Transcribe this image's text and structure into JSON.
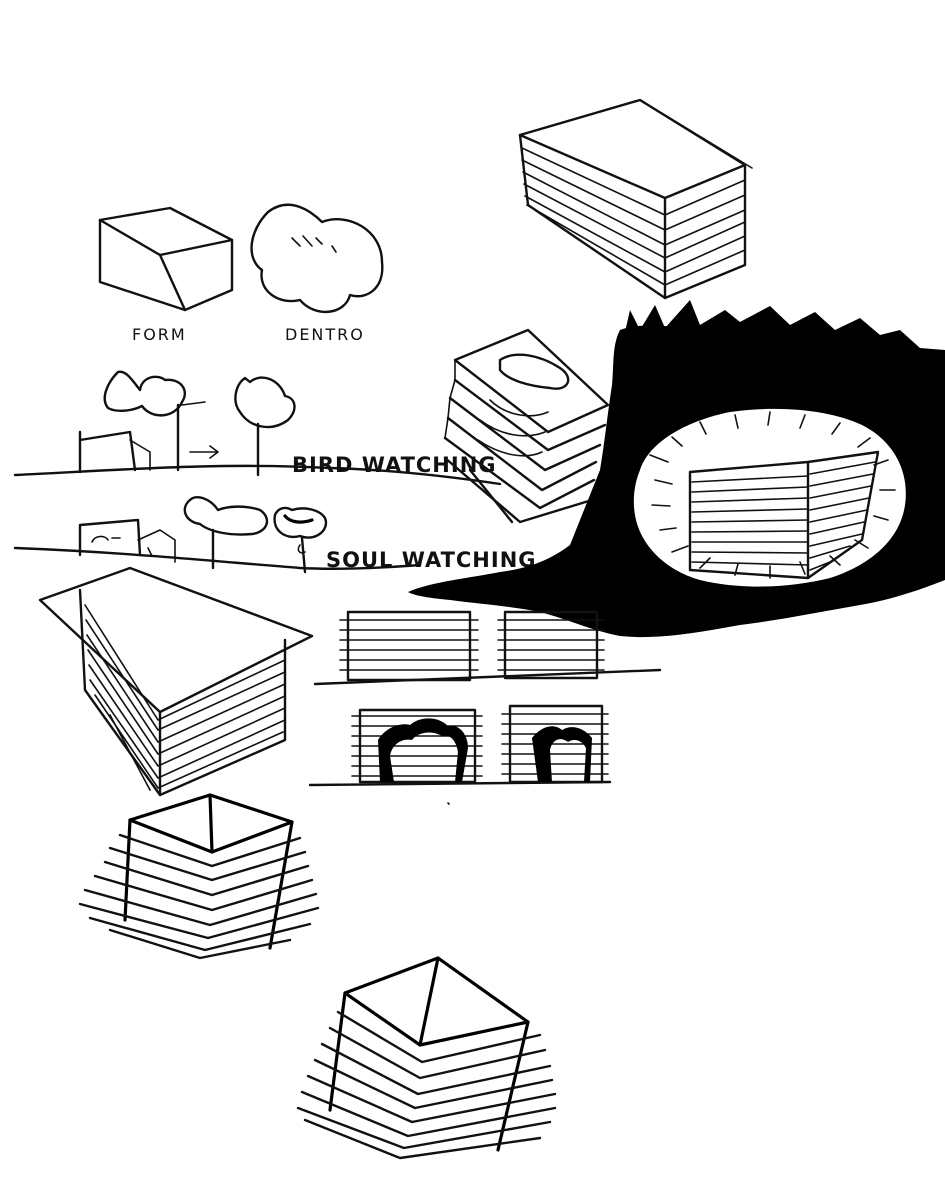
{
  "sketch": {
    "ink_color": "#111111",
    "paper_color": "#ffffff",
    "labels": {
      "form": "FORM",
      "dentro": "DENTRO",
      "bird_watching": "BIRD WATCHING",
      "soul_watching": "SOUL WATCHING",
      "scribble": "~~~"
    }
  }
}
